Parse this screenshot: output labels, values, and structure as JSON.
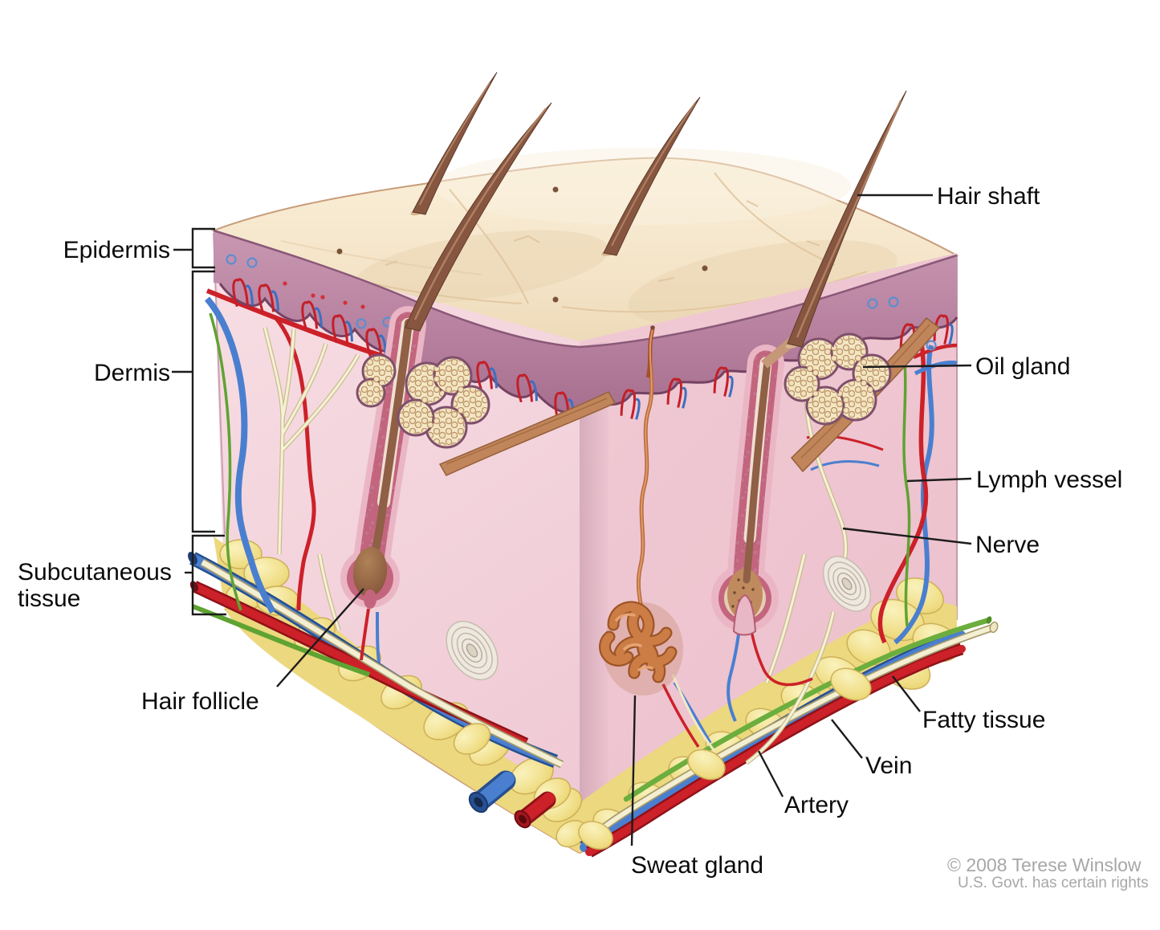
{
  "labels": {
    "epidermis": "Epidermis",
    "dermis": "Dermis",
    "subcutaneous_tissue": "Subcutaneous tissue",
    "hair_follicle": "Hair follicle",
    "hair_shaft": "Hair shaft",
    "oil_gland": "Oil gland",
    "lymph_vessel": "Lymph vessel",
    "nerve": "Nerve",
    "fatty_tissue": "Fatty tissue",
    "vein": "Vein",
    "artery": "Artery",
    "sweat_gland": "Sweat gland"
  },
  "credit": {
    "line1": "© 2008 Terese Winslow",
    "line2": "U.S. Govt. has certain rights"
  },
  "colors": {
    "skin_surface": "#f5e6cb",
    "epidermis_purple": "#b9839f",
    "dermis_pink": "#f2cdd6",
    "fat_yellow": "#eedc82",
    "artery_red": "#c41f28",
    "vein_blue": "#3d6fc0",
    "lymph_green": "#5fa332",
    "nerve_cream": "#f3eecd",
    "hair_brown": "#875640",
    "label_text": "#0b0b0b",
    "credit_gray": "#a7a7a7"
  }
}
